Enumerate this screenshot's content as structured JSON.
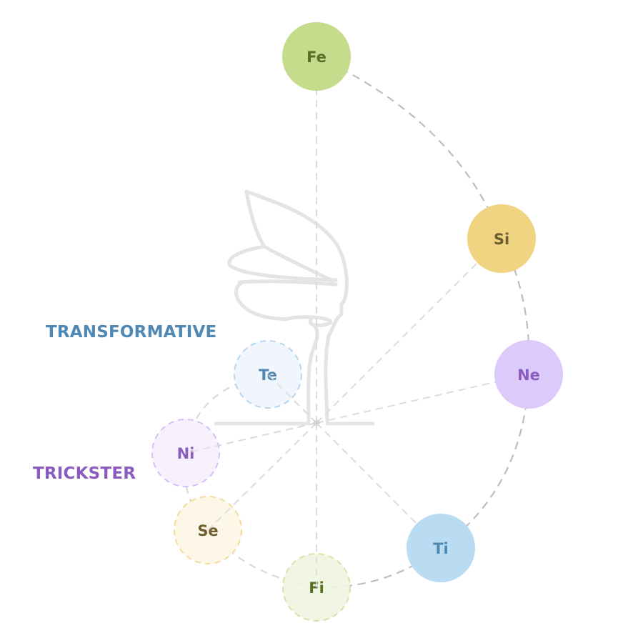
{
  "diagram": {
    "center_label": "",
    "group_labels": [
      {
        "id": "transformative",
        "text": "TRANSFORMATIVE",
        "color": "#4e88b3"
      },
      {
        "id": "trickster",
        "text": "TRICKSTER",
        "color": "#8a5cbf"
      }
    ],
    "nodes": [
      {
        "id": "fe",
        "label": "Fe",
        "fill": "#c4dc8c",
        "text_color": "#5a6e2a",
        "style": "solid",
        "stroke": "none"
      },
      {
        "id": "si",
        "label": "Si",
        "fill": "#f0d481",
        "text_color": "#6e5e2e",
        "style": "solid",
        "stroke": "none"
      },
      {
        "id": "ne",
        "label": "Ne",
        "fill": "#dccbfa",
        "text_color": "#8a5cbf",
        "style": "solid",
        "stroke": "none"
      },
      {
        "id": "ti",
        "label": "Ti",
        "fill": "#b9dcf2",
        "text_color": "#4e88b3",
        "style": "solid",
        "stroke": "none"
      },
      {
        "id": "fi",
        "label": "Fi",
        "fill": "#eef5e0",
        "text_color": "#5a6e2a",
        "style": "dashed",
        "stroke": "#d2e4a6"
      },
      {
        "id": "se",
        "label": "Se",
        "fill": "#fdf6e4",
        "text_color": "#6e5e2e",
        "style": "dashed",
        "stroke": "#f3dc9a"
      },
      {
        "id": "ni",
        "label": "Ni",
        "fill": "#f5f0fd",
        "text_color": "#8a5cbf",
        "style": "dashed",
        "stroke": "#d4bff8"
      },
      {
        "id": "te",
        "label": "Te",
        "fill": "#eef5fc",
        "text_color": "#4e88b3",
        "style": "dashed",
        "stroke": "#b4d6f0"
      }
    ],
    "colors": {
      "spoke": "#dcdcdc",
      "outer_arc": "#bdbdbd",
      "inner_arc": "#d6d6d6",
      "logo": "#e4e4e4"
    }
  }
}
